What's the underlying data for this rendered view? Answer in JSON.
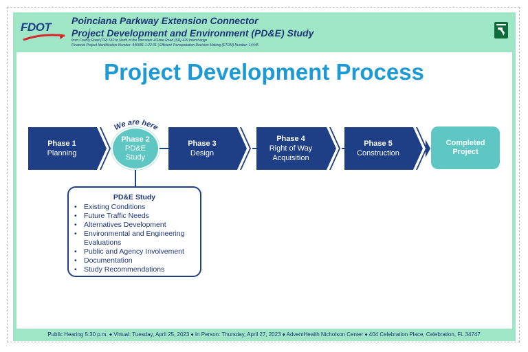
{
  "header": {
    "logo_text": "FDOT",
    "title_line1": "Poinciana Parkway Extension Connector",
    "title_line2": "Project Development and Environment (PD&E) Study",
    "subtitle_line1": "from County Road (CR) 532 to North of the Interstate 4/State Road (SR) 429 Interchange",
    "subtitle_line2": "Financial Project Identification Number: 446581-1-22-01 | Efficient Transportation Decision Making (ETDM) Number: 14445",
    "badge_icon": "florida-turnpike-badge-icon"
  },
  "main_title": "Project Development Process",
  "phases": [
    {
      "number": "Phase 1",
      "label_line1": "Planning",
      "label_line2": ""
    },
    {
      "number": "Phase 2",
      "label_line1": "PD&E",
      "label_line2": "Study"
    },
    {
      "number": "Phase 3",
      "label_line1": "Design",
      "label_line2": ""
    },
    {
      "number": "Phase 4",
      "label_line1": "Right of Way",
      "label_line2": "Acquisition"
    },
    {
      "number": "Phase 5",
      "label_line1": "Construction",
      "label_line2": ""
    }
  ],
  "we_are_here": "We are here",
  "completed": {
    "line1": "Completed",
    "line2": "Project"
  },
  "pde_box": {
    "title": "PD&E Study",
    "items": [
      {
        "line1": "Existing Conditions",
        "line2": ""
      },
      {
        "line1": "Future Traffic Needs",
        "line2": ""
      },
      {
        "line1": "Alternatives Development",
        "line2": ""
      },
      {
        "line1": "Environmental and Engineering",
        "line2": "Evaluations"
      },
      {
        "line1": "Public and Agency Involvement",
        "line2": ""
      },
      {
        "line1": "Documentation",
        "line2": ""
      },
      {
        "line1": "Study Recommendations",
        "line2": ""
      }
    ]
  },
  "footer": "Public Hearing 5:30 p.m. ♦ Virtual: Tuesday, April 25, 2023 ♦ In Person: Thursday, April 27, 2023 ♦ AdventHealth Nicholson Center ♦ 404 Celebration Place, Celebration, FL 34747",
  "colors": {
    "navy": "#1e3f86",
    "teal": "#5fc7c3",
    "title_blue": "#1b9ad6",
    "frame_green": "#9ee6c6"
  }
}
